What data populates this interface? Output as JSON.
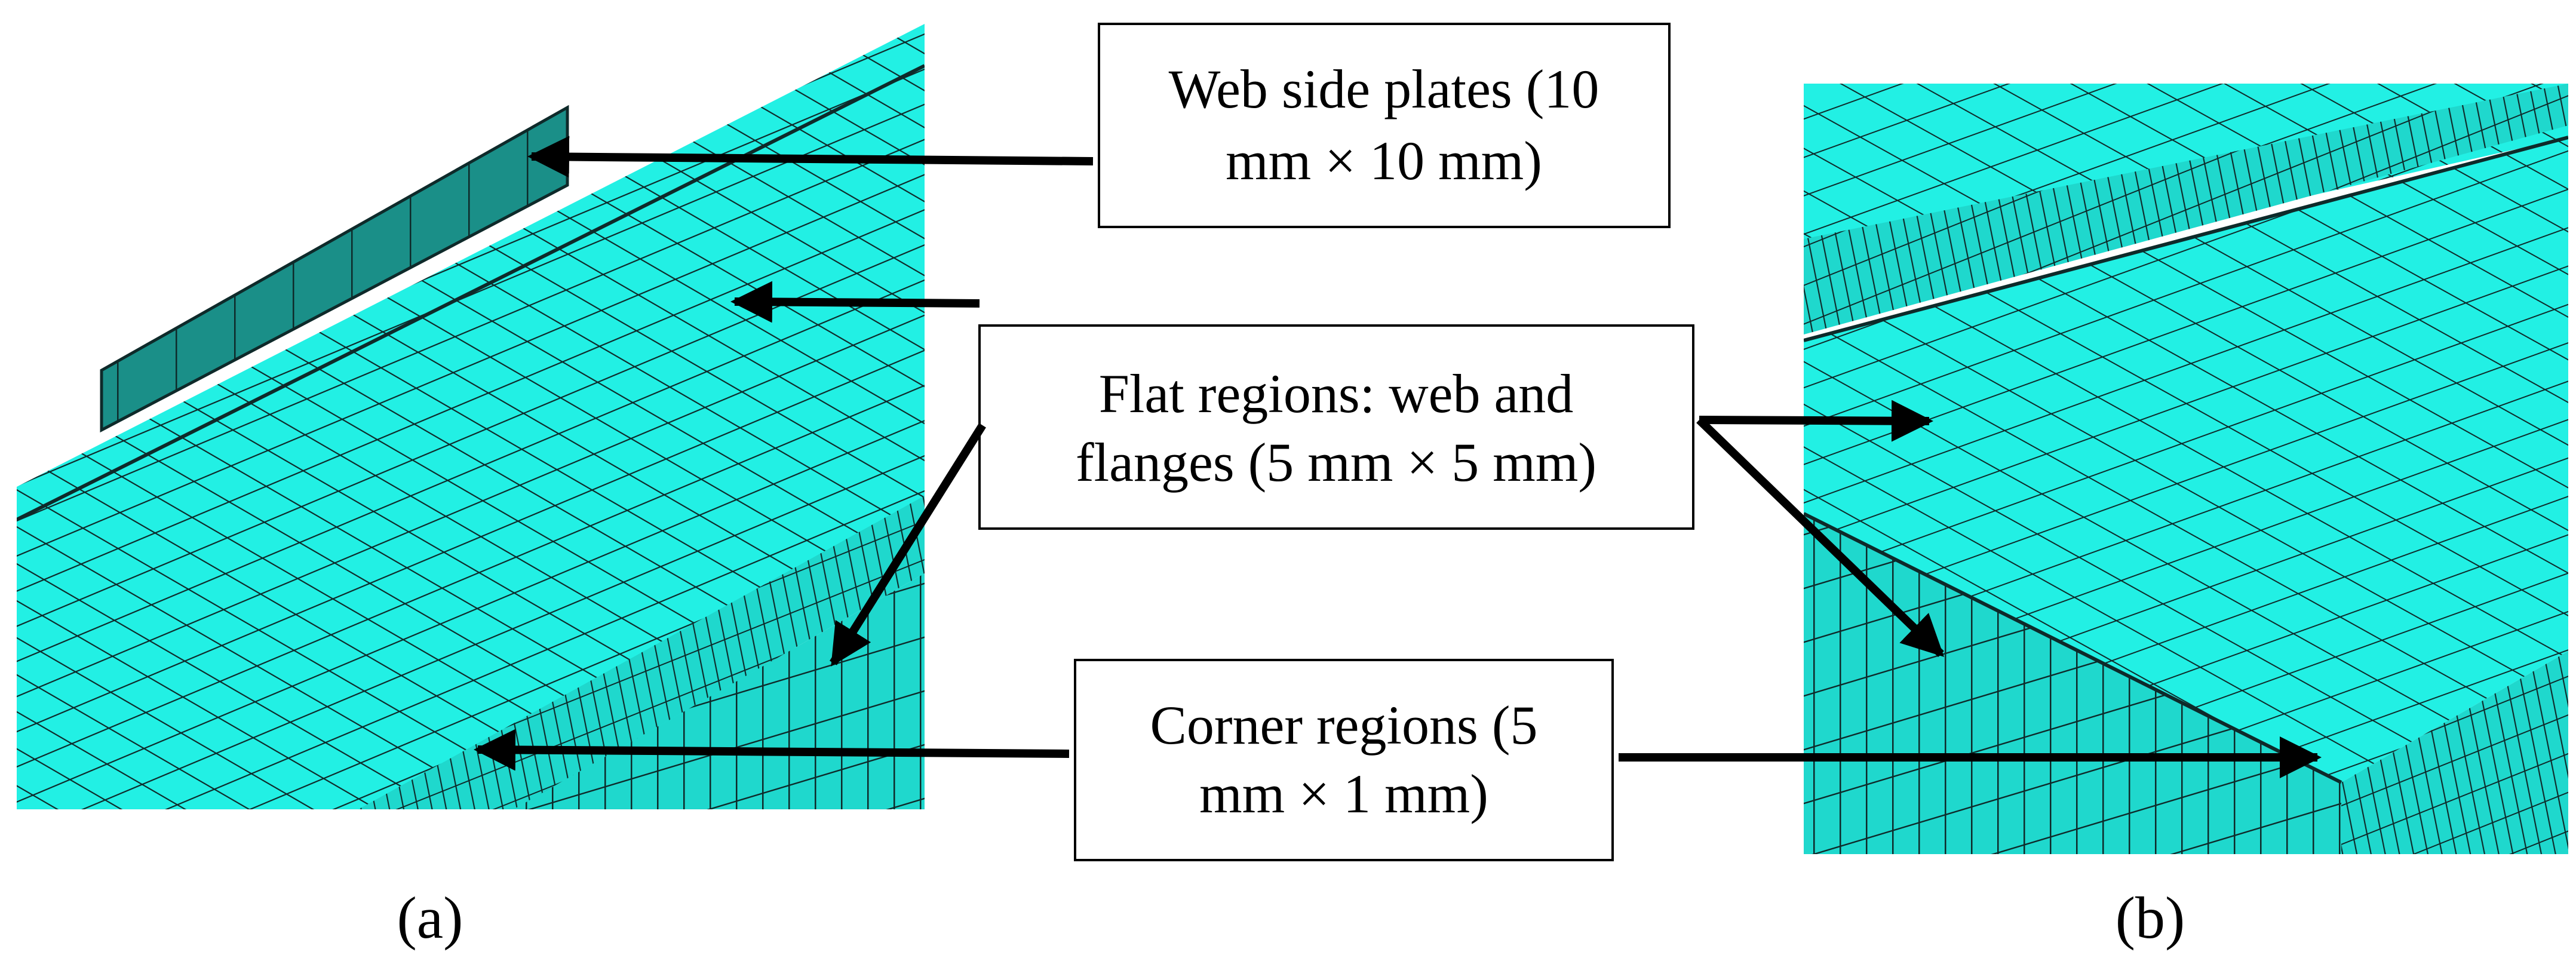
{
  "figure": {
    "panels": [
      {
        "label": "(a)"
      },
      {
        "label": "(b)"
      }
    ],
    "callouts": [
      {
        "line1": "Web side plates (10",
        "line2": "mm × 10 mm)"
      },
      {
        "line1": "Flat regions: web and",
        "line2": "flanges (5 mm × 5 mm)"
      },
      {
        "line1": "Corner regions (5",
        "line2": "mm × 1 mm)"
      }
    ],
    "colors": {
      "mesh_fill": "#22f0e4",
      "mesh_fill_shade": "#1ab9b0",
      "web_plate_fill": "#1a8f88",
      "mesh_line": "#0e2a2a",
      "arrow": "#000000"
    }
  }
}
